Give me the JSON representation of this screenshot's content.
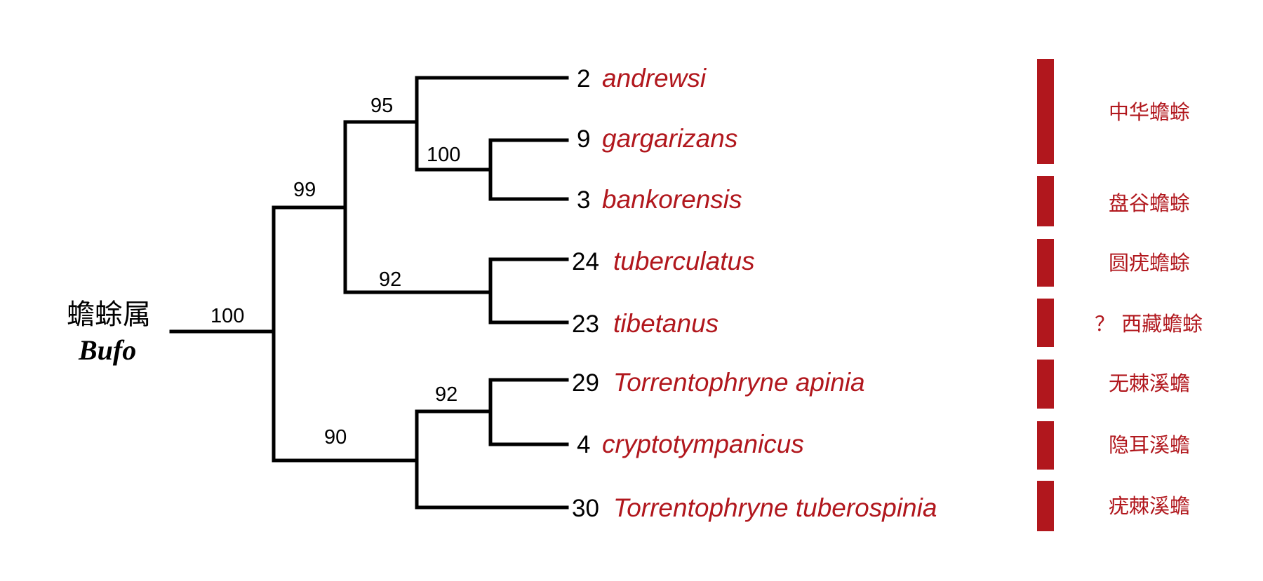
{
  "colors": {
    "accent": "#b1171d",
    "branch": "#000000"
  },
  "root": {
    "label_cn": "蟾蜍属",
    "label_latin": "Bufo"
  },
  "supports": [
    "100",
    "99",
    "95",
    "100",
    "92",
    "90",
    "92"
  ],
  "tips": [
    {
      "num": "2",
      "name": "andrewsi"
    },
    {
      "num": "9",
      "name": "gargarizans"
    },
    {
      "num": "3",
      "name": "bankorensis"
    },
    {
      "num": "24",
      "name": "tuberculatus"
    },
    {
      "num": "23",
      "name": "tibetanus"
    },
    {
      "num": "29",
      "name": "Torrentophryne apinia"
    },
    {
      "num": "4",
      "name": "cryptotympanicus"
    },
    {
      "num": "30",
      "name": "Torrentophryne tuberospinia"
    }
  ],
  "groups": [
    {
      "label": "中华蟾蜍"
    },
    {
      "label": "盘谷蟾蜍"
    },
    {
      "label": "圆疣蟾蜍"
    },
    {
      "label": "？ 西藏蟾蜍"
    },
    {
      "label": "无棘溪蟾"
    },
    {
      "label": "隐耳溪蟾"
    },
    {
      "label": "疣棘溪蟾"
    }
  ]
}
